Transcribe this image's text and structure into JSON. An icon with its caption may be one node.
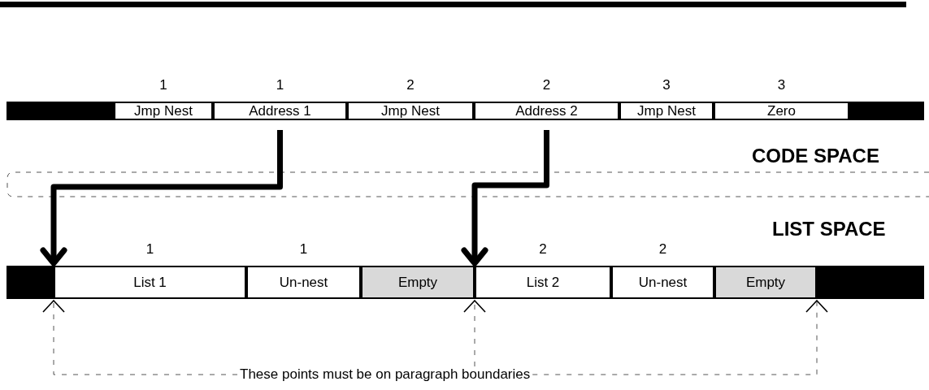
{
  "diagram": {
    "nodes": [
      {
        "text": [
          "Jmp Nest"
        ],
        "beside": [
          "1"
        ]
      },
      {
        "text": [
          "Address 1"
        ],
        "beside": [
          "1"
        ]
      },
      {
        "text": [
          "Jmp Nest"
        ],
        "beside": [
          "2"
        ]
      },
      {
        "text": [
          "Address 2"
        ],
        "beside": [
          "2"
        ]
      },
      {
        "text": [
          "Jmp Nest"
        ],
        "beside": [
          "3"
        ]
      },
      {
        "text": [
          "Zero"
        ],
        "beside": [
          "3"
        ]
      },
      {
        "text": [
          "List 1"
        ],
        "beside": [
          "1"
        ]
      },
      {
        "text": [
          "Un-nest"
        ],
        "beside": [
          "1"
        ]
      },
      {
        "text": [
          "Empty"
        ]
      },
      {
        "text": [
          "List 2"
        ],
        "beside": [
          "2"
        ]
      },
      {
        "text": [
          "Un-nest"
        ],
        "beside": [
          "2"
        ]
      },
      {
        "text": [
          "Empty"
        ]
      },
      {
        "text": [
          "These points must be on paragraph boundaries"
        ]
      }
    ],
    "edges": [
      {
        "from": 1,
        "to": 6,
        "arrow": "to",
        "style": "thick"
      },
      {
        "from": 3,
        "to": 9,
        "arrow": "to",
        "style": "thick"
      },
      {
        "from": 12,
        "to": 6,
        "arrow": "to",
        "style": "dashed"
      },
      {
        "from": 12,
        "to": 8,
        "arrow": "to",
        "style": "dashed"
      },
      {
        "from": 12,
        "to": 11,
        "arrow": "to",
        "style": "dashed"
      }
    ],
    "labels": [
      "CODE SPACE",
      "LIST SPACE"
    ]
  }
}
